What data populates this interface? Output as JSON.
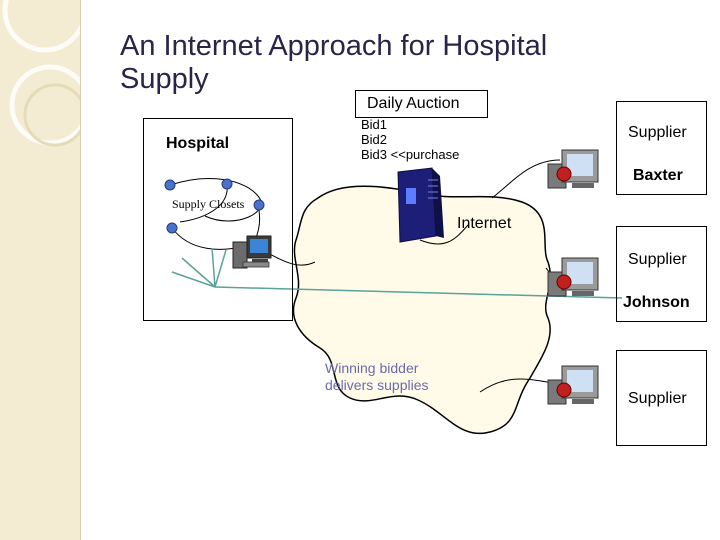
{
  "slide": {
    "title": "An Internet Approach for Hospital Supply"
  },
  "hospital": {
    "label": "Hospital",
    "closets_label": "Supply Closets"
  },
  "auction": {
    "title": "Daily Auction",
    "bids": [
      "Bid1",
      "Bid2",
      "Bid3 <<purchase"
    ]
  },
  "network": {
    "label": "Internet",
    "winning_label_line1": "Winning bidder",
    "winning_label_line2": "delivers supplies"
  },
  "suppliers": [
    {
      "label": "Supplier",
      "name": "Baxter"
    },
    {
      "label": "Supplier",
      "name": "Johnson"
    },
    {
      "label": "Supplier",
      "name": ""
    }
  ],
  "colors": {
    "title": "#2a2448",
    "sidebar": "#f3ebd2",
    "closet_dot": "#4a72c8",
    "delivery_line": "#5aa29a",
    "winning_text": "#6a6ab0"
  },
  "icons": [
    "server-icon",
    "computer-icon",
    "pc-icon"
  ]
}
